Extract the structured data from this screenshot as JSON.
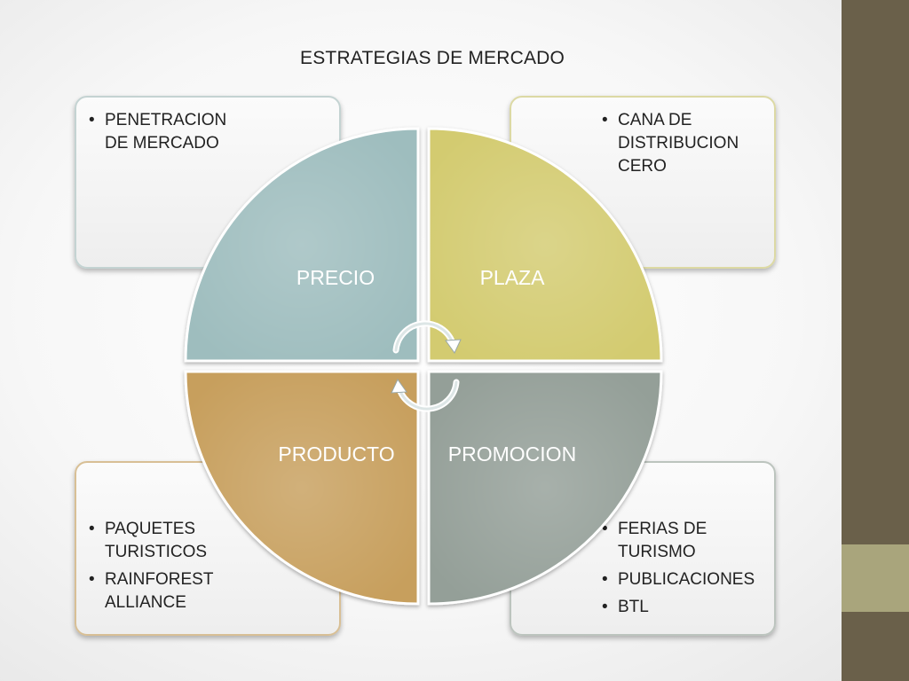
{
  "title": "ESTRATEGIAS DE MERCADO",
  "quadrants": [
    {
      "label": "PRECIO",
      "color": "#9ebdbe",
      "items": [
        "PENETRACION DE MERCADO"
      ]
    },
    {
      "label": "PLAZA",
      "color": "#d3cb70",
      "items": [
        "CANA DE DISTRIBUCION CERO"
      ]
    },
    {
      "label": "PRODUCTO",
      "color": "#c79f5d",
      "items": [
        "PAQUETES TURISTICOS",
        "RAINFOREST ALLIANCE"
      ]
    },
    {
      "label": "PROMOCION",
      "color": "#949f98",
      "items": [
        "FERIAS DE TURISMO",
        "PUBLICACIONES",
        "BTL"
      ]
    }
  ],
  "colors": {
    "sidebar": "#6a604a",
    "sidebar_accent": "#a9a57c"
  },
  "icon": "cycle-arrows-icon"
}
